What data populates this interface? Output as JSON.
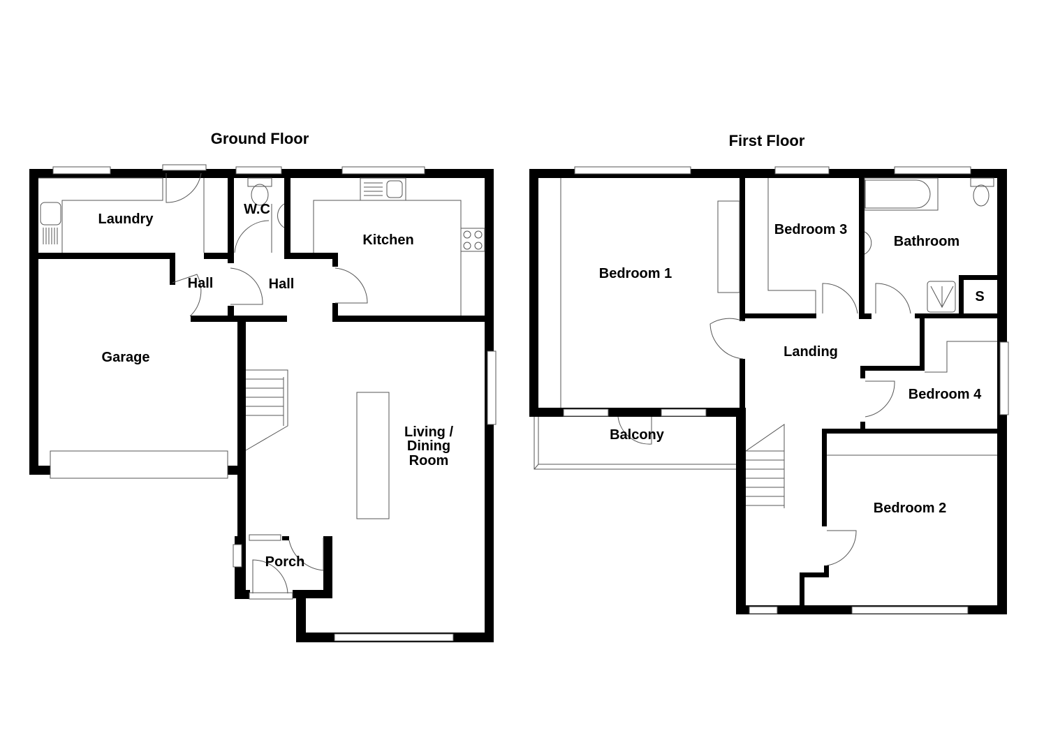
{
  "floors": [
    {
      "title": "Ground Floor",
      "rooms": {
        "laundry": "Laundry",
        "wc": "W.C",
        "kitchen": "Kitchen",
        "hall_left": "Hall",
        "hall_right": "Hall",
        "garage": "Garage",
        "living_line1": "Living /",
        "living_line2": "Dining",
        "living_line3": "Room",
        "porch": "Porch"
      }
    },
    {
      "title": "First Floor",
      "rooms": {
        "bedroom1": "Bedroom 1",
        "bedroom2": "Bedroom 2",
        "bedroom3": "Bedroom 3",
        "bedroom4": "Bedroom 4",
        "bathroom": "Bathroom",
        "storage": "S",
        "landing": "Landing",
        "balcony": "Balcony"
      }
    }
  ],
  "colors": {
    "wall": "#000000",
    "fixture": "#555555",
    "background": "#ffffff"
  }
}
